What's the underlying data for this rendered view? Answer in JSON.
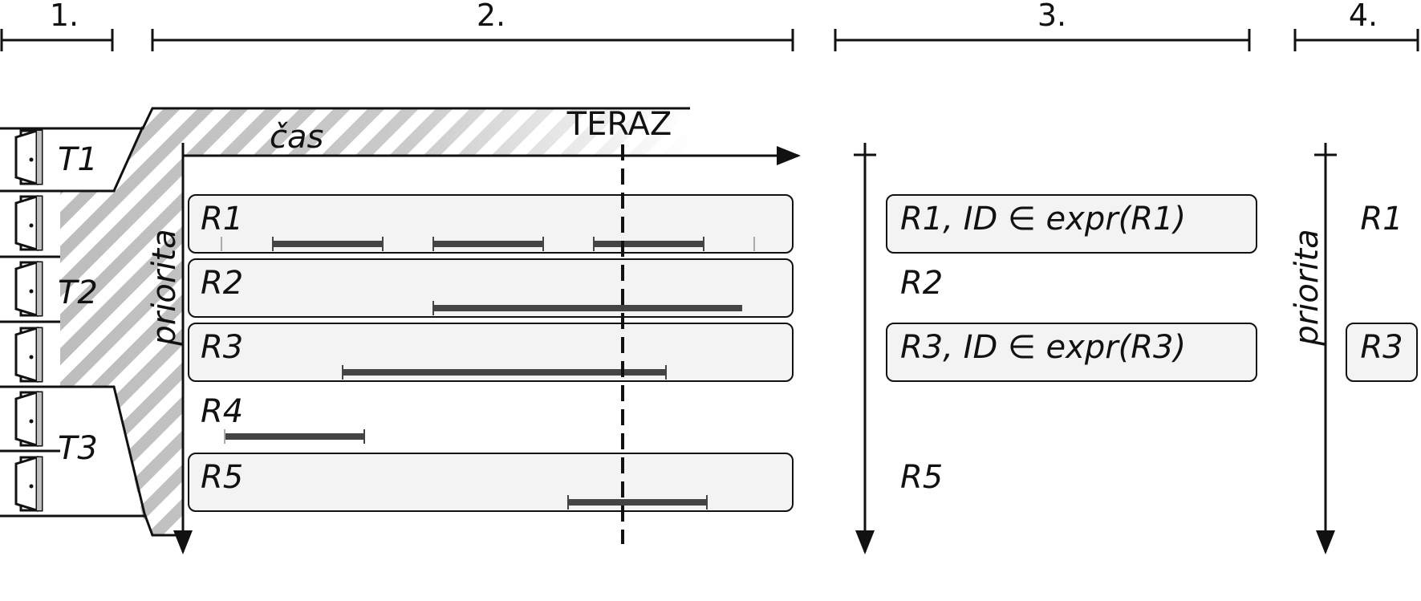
{
  "sections": [
    {
      "label": "1."
    },
    {
      "label": "2."
    },
    {
      "label": "3."
    },
    {
      "label": "4."
    }
  ],
  "timeline": {
    "time_axis_label": "čas",
    "now_label": "TERAZ",
    "priority_axis_label": "priorita"
  },
  "triggers": [
    {
      "label": "T1",
      "door_count": 1
    },
    {
      "label": "T2",
      "door_count": 3
    },
    {
      "label": "T3",
      "door_count": 2
    }
  ],
  "rules": [
    {
      "label": "R1",
      "boxed": true
    },
    {
      "label": "R2",
      "boxed": true
    },
    {
      "label": "R3",
      "boxed": true
    },
    {
      "label": "R4",
      "boxed": false
    },
    {
      "label": "R5",
      "boxed": true
    }
  ],
  "step3": [
    {
      "label": "R1, ID ∈ expr(R1)",
      "boxed": true
    },
    {
      "label": "R2",
      "boxed": false
    },
    {
      "label": "R3, ID ∈ expr(R3)",
      "boxed": true
    },
    {
      "label": "R5",
      "boxed": false
    }
  ],
  "step4": {
    "priority_axis_label": "priorita",
    "items": [
      {
        "label": "R1",
        "boxed": false
      },
      {
        "label": "R3",
        "boxed": true
      }
    ]
  },
  "colors": {
    "line": "#111111",
    "box_fill": "#f3f3f3",
    "hatch": "#b9b9b9",
    "active_segment": "#444444",
    "inactive_line": "#7a7a7a"
  }
}
